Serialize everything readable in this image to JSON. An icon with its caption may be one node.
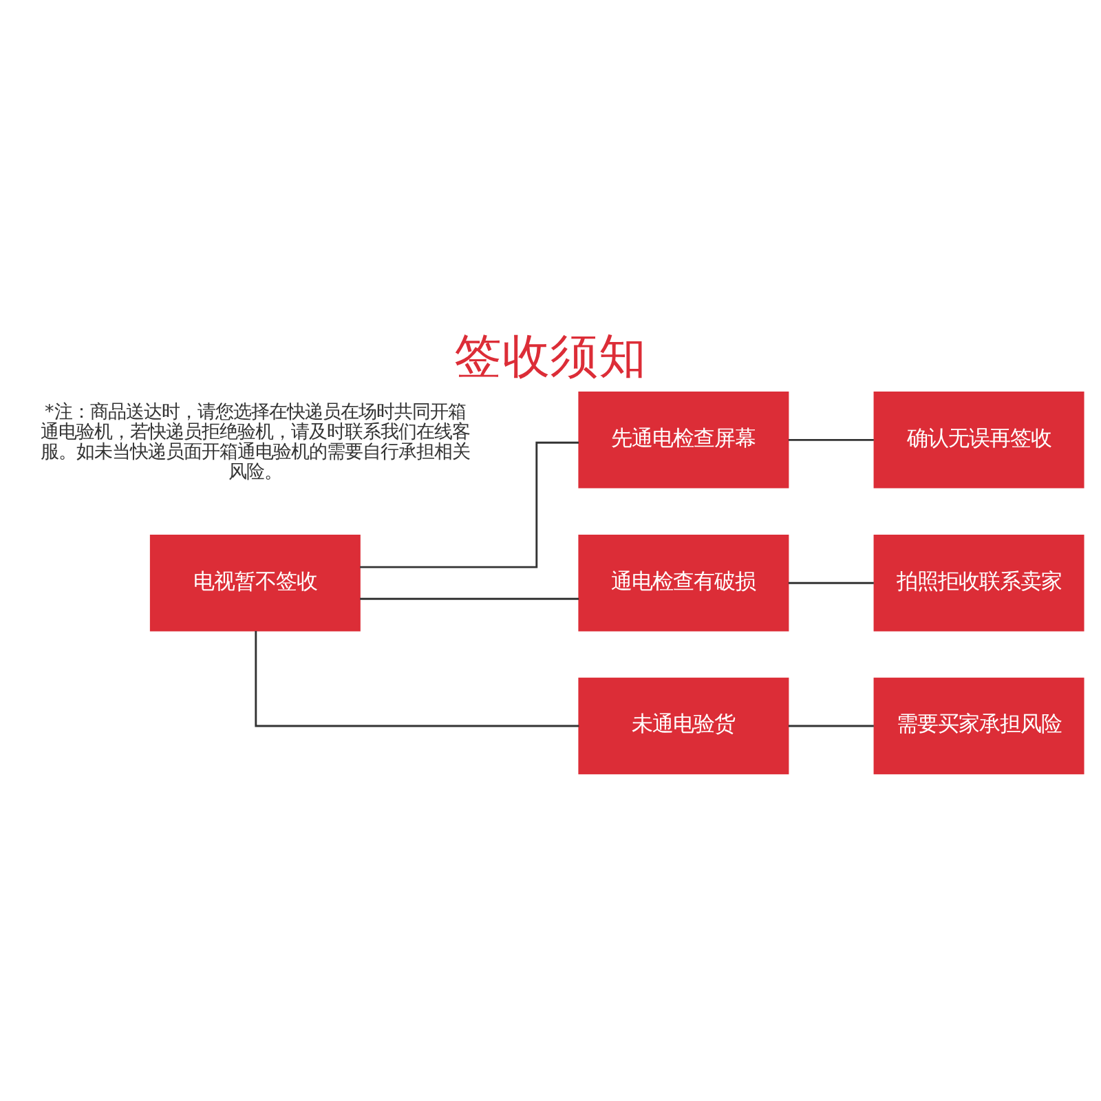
{
  "diagram": {
    "title": "签收须知",
    "caption": "*注：商品送达时，请您选择在快递员在场时共同开箱通电验机，若快递员拒绝验机，请及时联系我们在线客服。如未当快递员面开箱通电验机的需要自行承担相关风险。",
    "nodes": [
      {
        "text": [
          "电视暂不签收"
        ]
      },
      {
        "text": [
          "先通电检查屏幕"
        ]
      },
      {
        "text": [
          "通电检查有破损"
        ]
      },
      {
        "text": [
          "未通电验货"
        ]
      },
      {
        "text": [
          "确认无误再签收"
        ]
      },
      {
        "text": [
          "拍照拒收联系卖家"
        ]
      },
      {
        "text": [
          "需要买家承担风险"
        ]
      }
    ],
    "edges": [
      {
        "from": 0,
        "to": 1,
        "arrow": "none"
      },
      {
        "from": 0,
        "to": 2,
        "arrow": "none"
      },
      {
        "from": 0,
        "to": 3,
        "arrow": "none"
      },
      {
        "from": 1,
        "to": 4,
        "arrow": "none"
      },
      {
        "from": 2,
        "to": 5,
        "arrow": "none"
      },
      {
        "from": 3,
        "to": 6,
        "arrow": "none"
      }
    ]
  }
}
